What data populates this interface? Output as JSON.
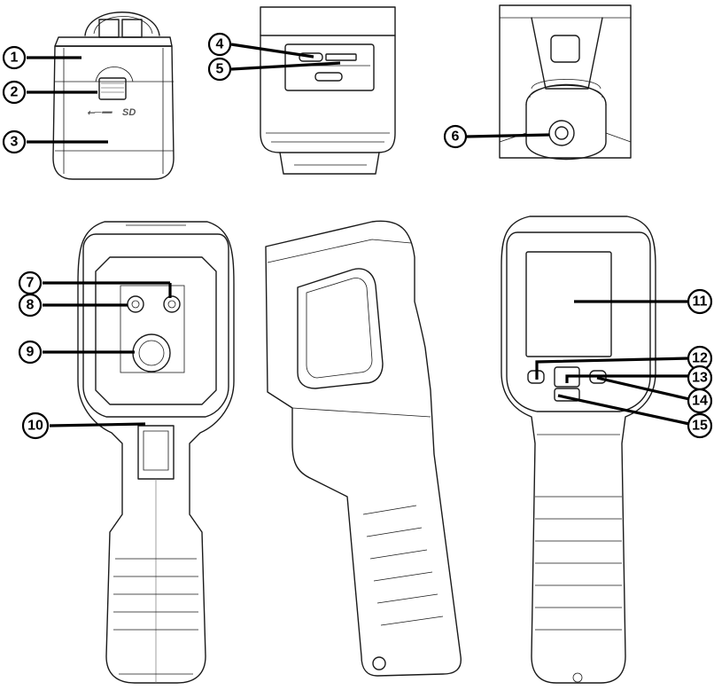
{
  "port_labels": {
    "usb": "⭠─━",
    "sd": "SD"
  },
  "callouts": [
    {
      "num": "1"
    },
    {
      "num": "2"
    },
    {
      "num": "3"
    },
    {
      "num": "4"
    },
    {
      "num": "5"
    },
    {
      "num": "6"
    },
    {
      "num": "7"
    },
    {
      "num": "8"
    },
    {
      "num": "9"
    },
    {
      "num": "10"
    },
    {
      "num": "11"
    },
    {
      "num": "12"
    },
    {
      "num": "13"
    },
    {
      "num": "14"
    },
    {
      "num": "15"
    }
  ],
  "colors": {
    "line": "#1a1a1a",
    "callout": "#000000",
    "background": "#ffffff"
  }
}
